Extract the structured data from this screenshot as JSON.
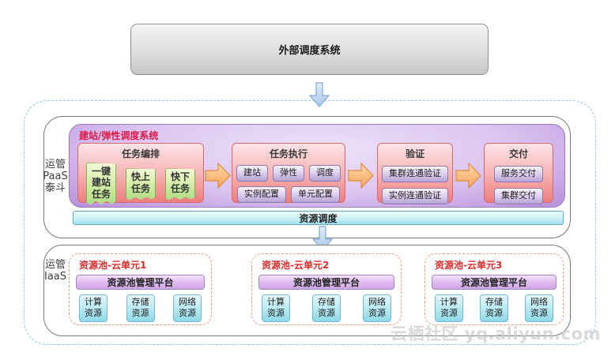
{
  "external_scheduler": {
    "label": "外部调度系统"
  },
  "paas_section": {
    "side_label_lines": [
      "运管",
      "PaaS",
      "泰斗"
    ],
    "system_title": "建站/弹性调度系统",
    "orchestration": {
      "title": "任务编排",
      "notes": [
        "一键建站任务",
        "快上任务",
        "快下任务"
      ]
    },
    "execution": {
      "title": "任务执行",
      "tasks_row1": [
        "建站",
        "弹性",
        "调度"
      ],
      "tasks_row2": [
        "实例配置",
        "单元配置"
      ]
    },
    "verification": {
      "title": "验证",
      "items": [
        "集群连通验证",
        "实例连通验证"
      ]
    },
    "delivery": {
      "title": "交付",
      "items": [
        "服务交付",
        "集群交付"
      ]
    },
    "resource_bar_label": "资源调度"
  },
  "iaas_section": {
    "side_label_lines": [
      "运管",
      "IaaS"
    ],
    "units": [
      {
        "title": "资源池-云单元1",
        "platform_label": "资源池管理平台",
        "resources": [
          "计算资源",
          "存储资源",
          "网络资源"
        ]
      },
      {
        "title": "资源池-云单元2",
        "platform_label": "资源池管理平台",
        "resources": [
          "计算资源",
          "存储资源",
          "网络资源"
        ]
      },
      {
        "title": "资源池-云单元3",
        "platform_label": "资源池管理平台",
        "resources": [
          "计算资源",
          "存储资源",
          "网络资源"
        ]
      }
    ]
  },
  "watermark": "云栖社区 yq.aliyun.com",
  "colors": {
    "boundary_dash": "#8fc8e8",
    "system_title_red": "#e01948",
    "unit_title_red": "#dd2b2b",
    "stage_pink": "#ee7d7d",
    "panel_purple": "#b691da",
    "chip_lavender": "#b6a3d4",
    "note_green": "#a9dc7f",
    "resource_cyan": "#8fd9ea",
    "arrow_orange": "#f6a45c",
    "arrow_blue": "#ccdcf0"
  }
}
